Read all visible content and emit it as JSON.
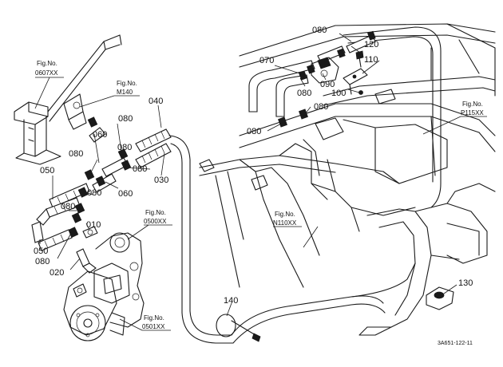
{
  "diagram": {
    "drawing_code": "3A651-122-11",
    "fig_refs": [
      {
        "id": "fig-0607",
        "line1": "Fig.No.",
        "line2": "0607XX"
      },
      {
        "id": "fig-m140",
        "line1": "Fig.No.",
        "line2": "M140"
      },
      {
        "id": "fig-p115",
        "line1": "Fig.No.",
        "line2": "P115XX"
      },
      {
        "id": "fig-n110",
        "line1": "Fig.No.",
        "line2": "N110XX"
      },
      {
        "id": "fig-0500",
        "line1": "Fig.No.",
        "line2": "0500XX"
      },
      {
        "id": "fig-0501",
        "line1": "Fig.No.",
        "line2": "0501XX"
      }
    ],
    "part_labels": [
      {
        "id": "p080a",
        "text": "080"
      },
      {
        "id": "p120",
        "text": "120"
      },
      {
        "id": "p110",
        "text": "110"
      },
      {
        "id": "p070",
        "text": "070"
      },
      {
        "id": "p090",
        "text": "090"
      },
      {
        "id": "p100",
        "text": "100"
      },
      {
        "id": "p080b",
        "text": "080"
      },
      {
        "id": "p080c",
        "text": "080"
      },
      {
        "id": "p080d",
        "text": "080"
      },
      {
        "id": "p040",
        "text": "040"
      },
      {
        "id": "p080e",
        "text": "080"
      },
      {
        "id": "p060a",
        "text": "060"
      },
      {
        "id": "p080f",
        "text": "080"
      },
      {
        "id": "p080g",
        "text": "080"
      },
      {
        "id": "p030",
        "text": "030"
      },
      {
        "id": "p050a",
        "text": "050"
      },
      {
        "id": "p080h",
        "text": "080"
      },
      {
        "id": "p060b",
        "text": "060"
      },
      {
        "id": "p080i",
        "text": "080"
      },
      {
        "id": "p080j",
        "text": "080"
      },
      {
        "id": "p010",
        "text": "010"
      },
      {
        "id": "p050b",
        "text": "050"
      },
      {
        "id": "p080k",
        "text": "080"
      },
      {
        "id": "p020",
        "text": "020"
      },
      {
        "id": "p140",
        "text": "140"
      },
      {
        "id": "p130",
        "text": "130"
      }
    ]
  }
}
